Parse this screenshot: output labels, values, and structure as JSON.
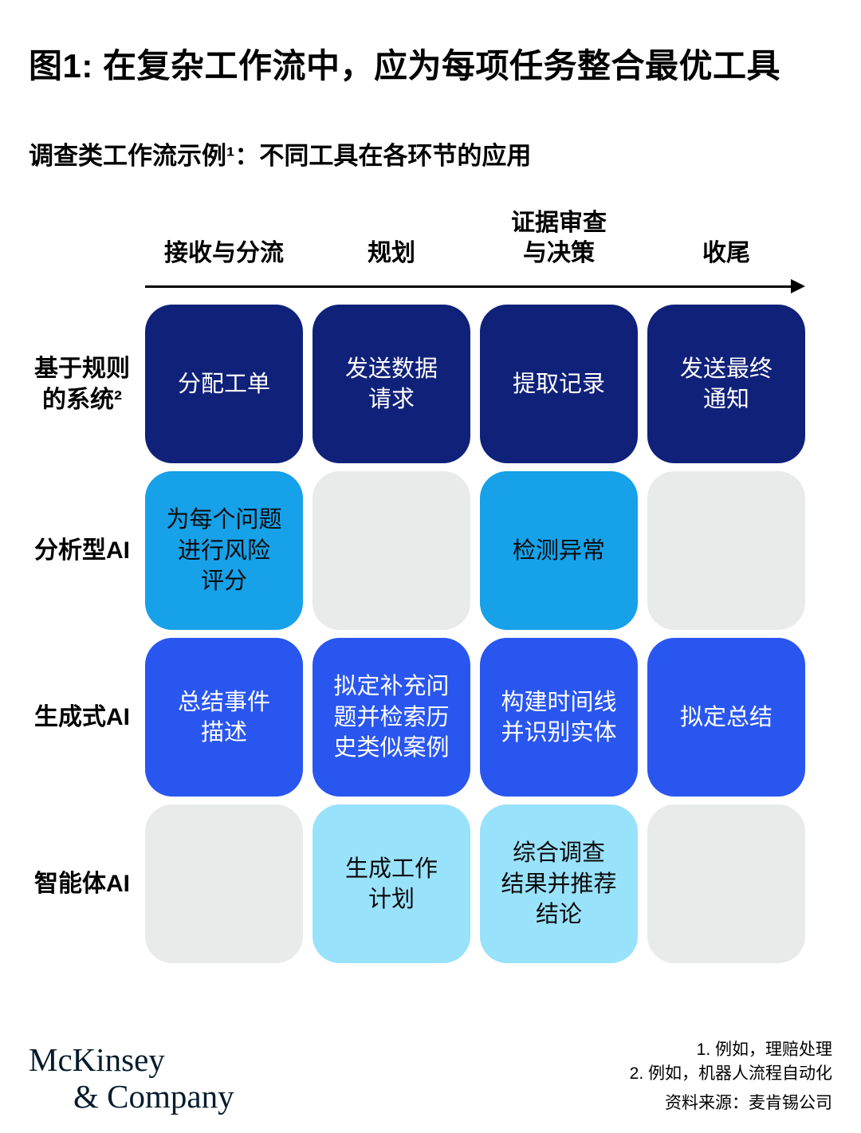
{
  "page": {
    "title": "图1: 在复杂工作流中，应为每项任务整合最优工具",
    "subtitle": "调查类工作流示例¹：不同工具在各环节的应用"
  },
  "colors": {
    "navy": "#10217A",
    "cyan": "#16A1E8",
    "blue": "#2A56F0",
    "lightcyan": "#99E2FB",
    "gray": "#E9EAEA",
    "text_dark": "#0A0A0A",
    "text_light": "#FFFFFF",
    "arrow": "#000000",
    "logo": "#051C2C"
  },
  "matrix": {
    "stage_headers": [
      "接收与分流",
      "规划",
      "证据审查\n与决策",
      "收尾"
    ],
    "rows": [
      {
        "label": "基于规则\n的系统²",
        "cells": [
          "分配工单",
          "发送数据\n请求",
          "提取记录",
          "发送最终\n通知"
        ]
      },
      {
        "label": "分析型AI",
        "cells": [
          "为每个问题\n进行风险\n评分",
          "",
          "检测异常",
          ""
        ]
      },
      {
        "label": "生成式AI",
        "cells": [
          "总结事件\n描述",
          "拟定补充问\n题并检索历\n史类似案例",
          "构建时间线\n并识别实体",
          "拟定总结"
        ]
      },
      {
        "label": "智能体AI",
        "cells": [
          "",
          "生成工作\n计划",
          "综合调查\n结果并推荐\n结论",
          ""
        ]
      }
    ]
  },
  "footer": {
    "logo_line1": "McKinsey",
    "logo_line2": "& Company",
    "footnotes": "1.  例如，理赔处理\n2.  例如，机器人流程自动化",
    "source": "资料来源：麦肯锡公司"
  }
}
